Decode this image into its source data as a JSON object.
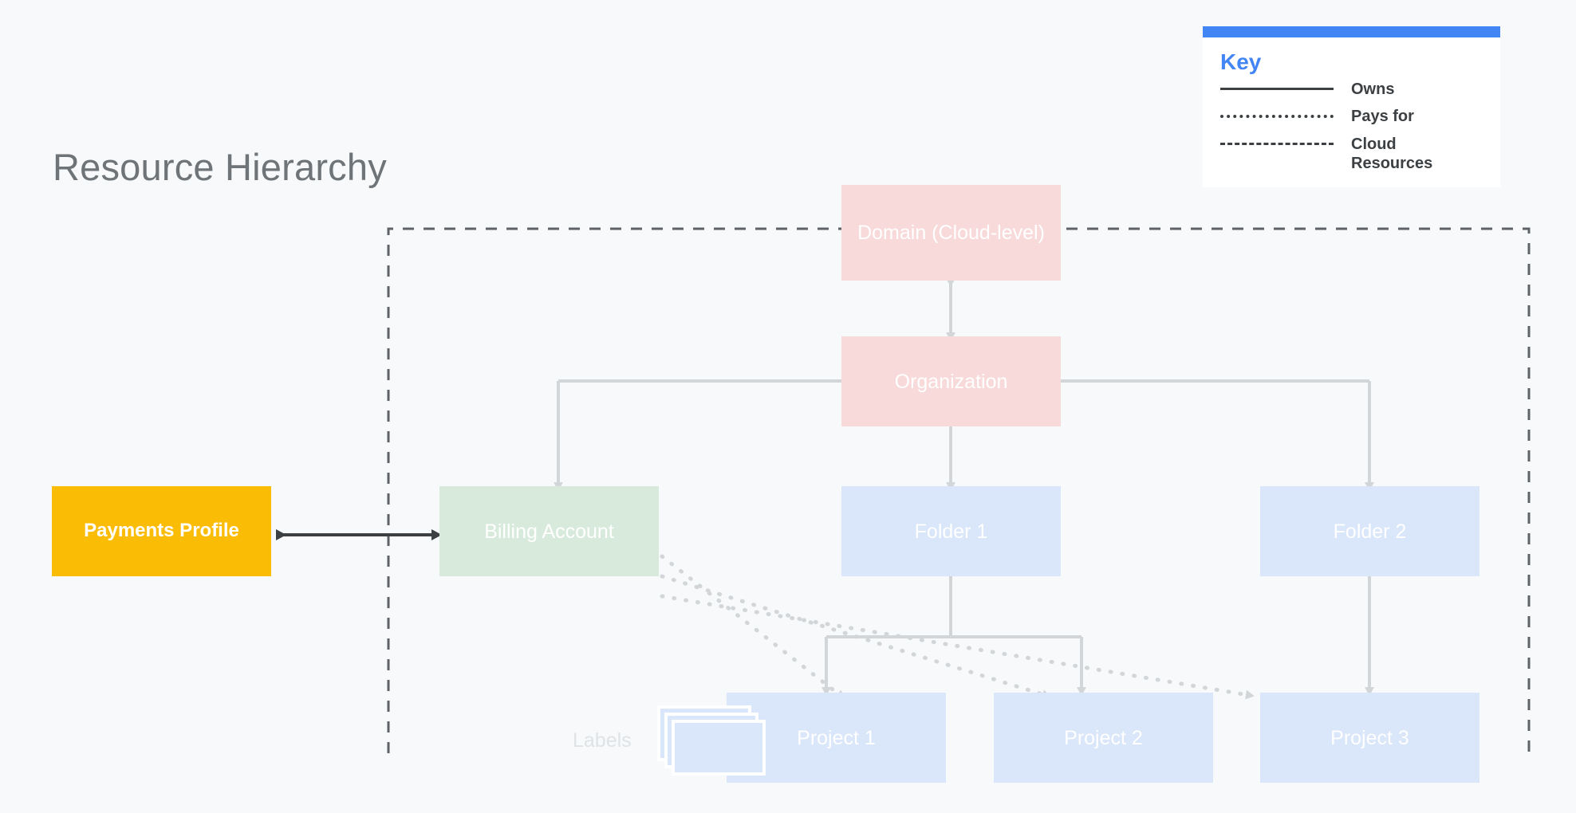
{
  "page": {
    "title": "Resource Hierarchy",
    "background_color": "#F7F9FA",
    "title_color": "#6E7477"
  },
  "key": {
    "heading": "Key",
    "accent_color": "#4285F4",
    "entries": [
      {
        "style": "solid",
        "label": "Owns"
      },
      {
        "style": "dotted",
        "label": "Pays for"
      },
      {
        "style": "dashed",
        "label": "Cloud Resources"
      }
    ]
  },
  "nodes": {
    "domain": {
      "label": "Domain (Cloud-level)",
      "color": "#F8DADA"
    },
    "organization": {
      "label": "Organization",
      "color": "#F8DADA"
    },
    "billing_account": {
      "label": "Billing Account",
      "color": "#D8EADC"
    },
    "payments_profile": {
      "label": "Payments Profile",
      "color": "#FABC05"
    },
    "folder_1": {
      "label": "Folder 1",
      "color": "#DAE6FA"
    },
    "folder_2": {
      "label": "Folder 2",
      "color": "#DAE6FA"
    },
    "project_1": {
      "label": "Project 1",
      "color": "#DAE6FA"
    },
    "project_2": {
      "label": "Project 2",
      "color": "#DAE6FA"
    },
    "project_3": {
      "label": "Project 3",
      "color": "#DAE6FA"
    },
    "labels": {
      "label": "Labels",
      "color": "#DFE3E6"
    }
  },
  "cloud_boundary": {
    "style": "dashed",
    "color": "#5F6368"
  },
  "connector_color": "#D3D6D8",
  "arrow_color_dark": "#3C4043"
}
